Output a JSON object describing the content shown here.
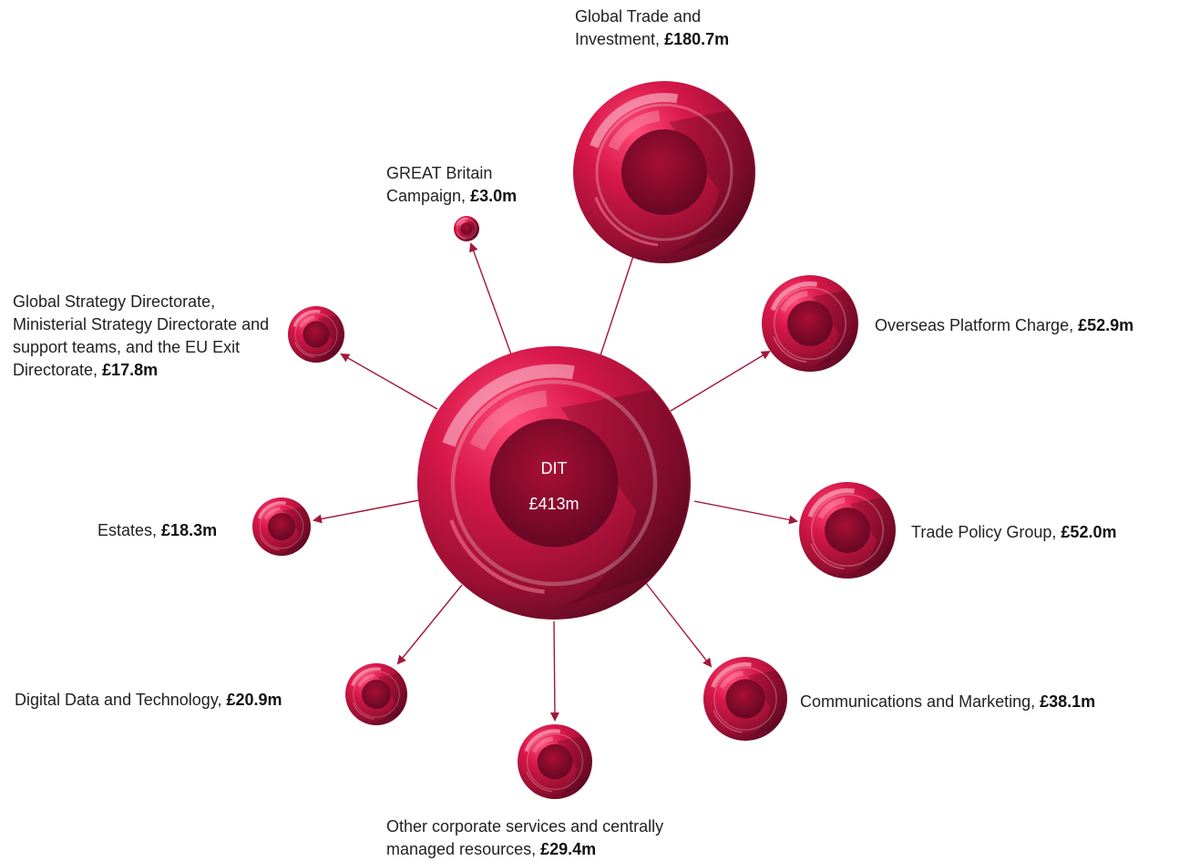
{
  "colors": {
    "bubble_light": "#ff2f63",
    "bubble_mid": "#c81440",
    "bubble_dark": "#5a0a22",
    "arrow": "#a3173b",
    "text": "#222222"
  },
  "center": {
    "name": "DIT",
    "value": "£413m"
  },
  "nodes": [
    {
      "id": "global-trade",
      "label": "Global Trade and Investment,",
      "value": "£180.7m",
      "amount": 180.7
    },
    {
      "id": "great-britain",
      "label": "GREAT Britain Campaign,",
      "value": "£3.0m",
      "amount": 3.0
    },
    {
      "id": "global-strategy",
      "label": "Global Strategy Directorate, Ministerial Strategy Directorate and support teams, and the EU Exit Directorate,",
      "value": "£17.8m",
      "amount": 17.8
    },
    {
      "id": "overseas-platform",
      "label": "Overseas Platform Charge,",
      "value": "£52.9m",
      "amount": 52.9
    },
    {
      "id": "estates",
      "label": "Estates,",
      "value": "£18.3m",
      "amount": 18.3
    },
    {
      "id": "trade-policy",
      "label": "Trade Policy Group,",
      "value": "£52.0m",
      "amount": 52.0
    },
    {
      "id": "digital-data",
      "label": "Digital Data and Technology,",
      "value": "£20.9m",
      "amount": 20.9
    },
    {
      "id": "communications",
      "label": "Communications and Marketing,",
      "value": "£38.1m",
      "amount": 38.1
    },
    {
      "id": "other-corporate",
      "label": "Other corporate services and centrally managed resources,",
      "value": "£29.4m",
      "amount": 29.4
    }
  ]
}
